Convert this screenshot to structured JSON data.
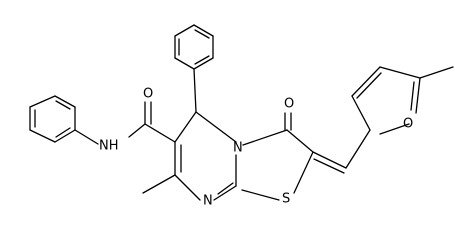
{
  "structure": {
    "atom_labels": {
      "amide_oxygen": "O",
      "amide_nitrogen_hydrogen": "NH",
      "ketone_oxygen": "O",
      "furan_oxygen": "O",
      "ring_nitrogen_fused": "N",
      "ring_nitrogen_lower": "N",
      "sulfur": "S"
    }
  }
}
